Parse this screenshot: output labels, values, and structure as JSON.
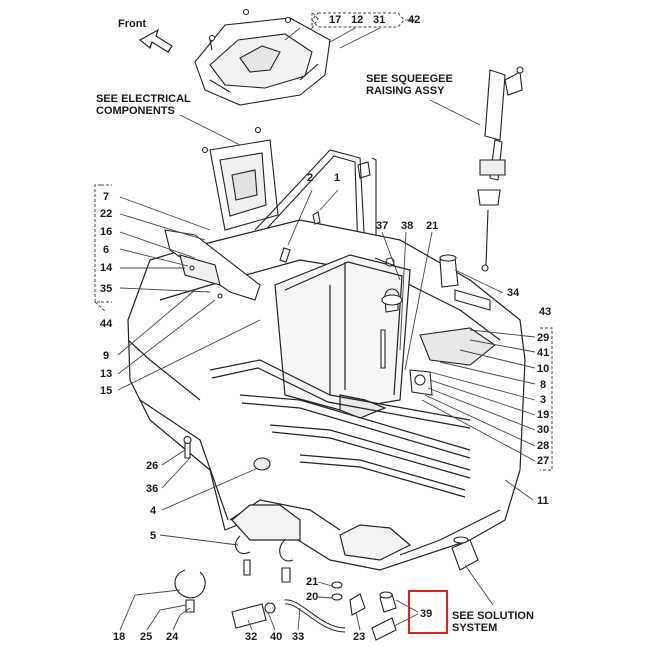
{
  "colors": {
    "line": "#222222",
    "leader": "#444444",
    "highlight": "#e02020",
    "shade": "#d9d9d9"
  },
  "orientation": {
    "label": "Front",
    "icon": "arrow-icon"
  },
  "notes": {
    "electrical": [
      "SEE ELECTRICAL",
      "COMPONENTS"
    ],
    "squeegee": [
      "SEE SQUEEGEE",
      "RAISING ASSY"
    ],
    "solution": [
      "SEE SOLUTION",
      "SYSTEM"
    ]
  },
  "callouts": {
    "c1": "1",
    "c2": "2",
    "c3": "3",
    "c4": "4",
    "c5": "5",
    "c6": "6",
    "c7": "7",
    "c8": "8",
    "c9": "9",
    "c10": "10",
    "c11": "11",
    "c12": "12",
    "c13": "13",
    "c14": "14",
    "c15": "15",
    "c16": "16",
    "c17": "17",
    "c18": "18",
    "c19": "19",
    "c20": "20",
    "c21a": "21",
    "c21b": "21",
    "c22": "22",
    "c23": "23",
    "c24": "24",
    "c25": "25",
    "c26": "26",
    "c27": "27",
    "c28": "28",
    "c29": "29",
    "c30": "30",
    "c31": "31",
    "c32": "32",
    "c33": "33",
    "c34": "34",
    "c35": "35",
    "c36": "36",
    "c37": "37",
    "c38": "38",
    "c39": "39",
    "c40": "40",
    "c41": "41",
    "c42": "42",
    "c43": "43",
    "c44": "44"
  },
  "highlight": {
    "callout": "39"
  }
}
